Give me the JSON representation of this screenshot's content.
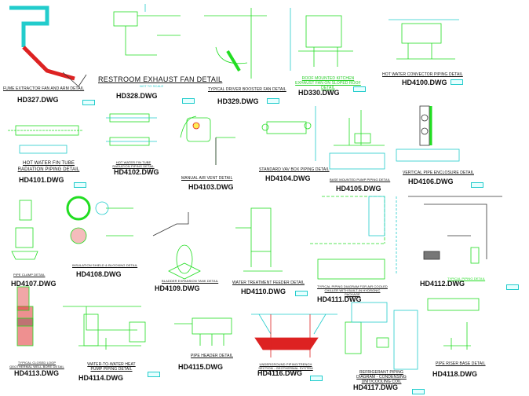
{
  "drawings": [
    {
      "title": "FUME EXTRACTOR FAN AND ARM DETAIL",
      "file": "HD327.DWG"
    },
    {
      "title": "RESTROOM EXHAUST FAN DETAIL",
      "file": "HD328.DWG"
    },
    {
      "title": "TYPICAL DRIVER BOOSTER FAN DETAIL",
      "file": "HD329.DWG"
    },
    {
      "title": "ROOF MOUNTED KITCHEN EXHAUST FAN ON SLOPED ROOF DETAIL",
      "file": "HD330.DWG"
    },
    {
      "title": "HOT WATER CONVECTOR PIPING DETAIL",
      "file": "HD4100.DWG"
    },
    {
      "title": "HOT WATER FIN TUBE RADIATION PIPING DETAIL",
      "file": "HD4101.DWG"
    },
    {
      "title": "HOT WATER FIN TUBE RADIATION PIPING DETAIL",
      "file": "HD4102.DWG"
    },
    {
      "title": "MANUAL AIR VENT DETAIL",
      "file": "HD4103.DWG"
    },
    {
      "title": "STANDARD VAV BOX PIPING DETAIL",
      "file": "HD4104.DWG"
    },
    {
      "title": "BASE MOUNTED PUMP PIPING DETAIL",
      "file": "HD4105.DWG"
    },
    {
      "title": "VERTICAL PIPE ENCLOSURE DETAIL",
      "file": "HD4106.DWG"
    },
    {
      "title": "PIPE CLAMP DETAIL",
      "file": "HD4107.DWG"
    },
    {
      "title": "INSULATION SHIELD & BLOCKING DETAIL",
      "file": "HD4108.DWG"
    },
    {
      "title": "BLADDER EXPANSION TANK DETAIL",
      "file": "HD4109.DWG"
    },
    {
      "title": "WATER TREATMENT FEEDER DETAIL",
      "file": "HD4110.DWG"
    },
    {
      "title": "TYPICAL PIPING DIAGRAM FOR AIR COOLED CHILLER WITH BUILT-IN HYDRONIC PACKAGE",
      "file": "HD4111.DWG"
    },
    {
      "title": "TYPICAL PIPING DETAIL",
      "file": "HD4112.DWG"
    },
    {
      "title": "TYPICAL CLOSED LOOP GEOTHERMAL WELL BORE DETAIL",
      "file": "HD4113.DWG"
    },
    {
      "title": "WATER-TO-WATER HEAT PUMP PIPING DETAIL",
      "file": "HD4114.DWG"
    },
    {
      "title": "PIPE HEADER DETAIL",
      "file": "HD4115.DWG"
    },
    {
      "title": "UNDERGROUND PIPING/TRENCH SECTION - GEOTHERMAL SYSTEM",
      "file": "HD4116.DWG"
    },
    {
      "title": "REFRIGERANT PIPING DIAGRAM - CONDENSING UNIT/COOLING COIL",
      "file": "HD4117.DWG"
    },
    {
      "title": "PIPE RISER BASE DETAIL",
      "file": "HD4118.DWG"
    }
  ],
  "scale_note": "NOT TO SCALE",
  "colors": {
    "green": "#22dd22",
    "cyan": "#22cccc",
    "red": "#dd2222",
    "ink": "#111111"
  }
}
